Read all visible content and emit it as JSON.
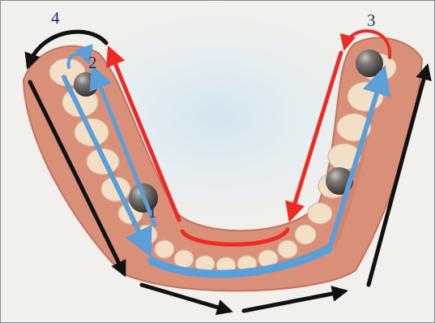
{
  "labels": {
    "one": "1",
    "two": "2",
    "three": "3",
    "four": "4"
  },
  "colors": {
    "gum": "#d98f78",
    "tooth": "#f3dfc6",
    "scanner_path_blue": "#5a9fd8",
    "path_red": "#ec2b24",
    "path_black": "#111111",
    "sphere": "#5e5a57",
    "label": "#24306a",
    "background": "#e6eef1"
  },
  "icons": [
    "reference-sphere",
    "arrow"
  ]
}
